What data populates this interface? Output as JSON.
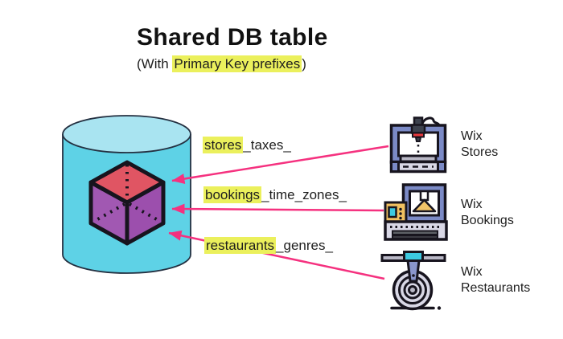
{
  "header": {
    "title": "Shared DB table",
    "subtitle_prefix": "(With ",
    "subtitle_highlight": "Primary Key prefixes",
    "subtitle_suffix": ")"
  },
  "mappings": [
    {
      "prefix_highlight": "stores",
      "suffix": "_taxes_",
      "service": [
        "Wix",
        "Stores"
      ],
      "icon": "printer-3d-icon"
    },
    {
      "prefix_highlight": "bookings",
      "suffix": "_time_zones_",
      "service": [
        "Wix",
        "Bookings"
      ],
      "icon": "hopper-machine-icon"
    },
    {
      "prefix_highlight": "restaurants",
      "suffix": "_genres_",
      "service": [
        "Wix",
        "Restaurants"
      ],
      "icon": "filament-coil-icon"
    }
  ],
  "colors": {
    "highlight": "#ebf05c",
    "arrow_pink": "#f5317f",
    "outline": "#17141e",
    "cyl_outline": "#243041",
    "cylinder_body": "#5ed2e6",
    "cylinder_top": "#a9e4f1",
    "cube_top": "#e05563",
    "cube_left": "#a158b2",
    "cube_right": "#9c4fad",
    "icon_blue": "#7b8ac6",
    "icon_gray_light": "#d9d8e6",
    "icon_gray_mid": "#b9b8c6",
    "icon_gray_dark": "#5d6066",
    "icon_slate": "#3c414d",
    "icon_red": "#e8393d",
    "icon_yellow": "#f0c060",
    "icon_funnel": "#f2c468",
    "icon_teal": "#3cc9e0",
    "icon_nozzle_blue": "#8a96cc"
  }
}
